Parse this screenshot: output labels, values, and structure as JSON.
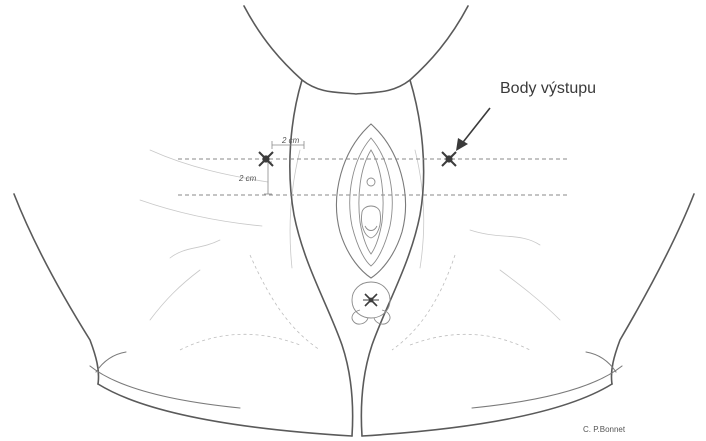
{
  "callout": {
    "label": "Body výstupu"
  },
  "dimensions": {
    "upper": "2 cm",
    "lower": "2 cm"
  },
  "credit": "C. P.Bonnet",
  "colors": {
    "line": "#5a5a5a",
    "marker": "#3c3c3c",
    "background": "#ffffff"
  }
}
